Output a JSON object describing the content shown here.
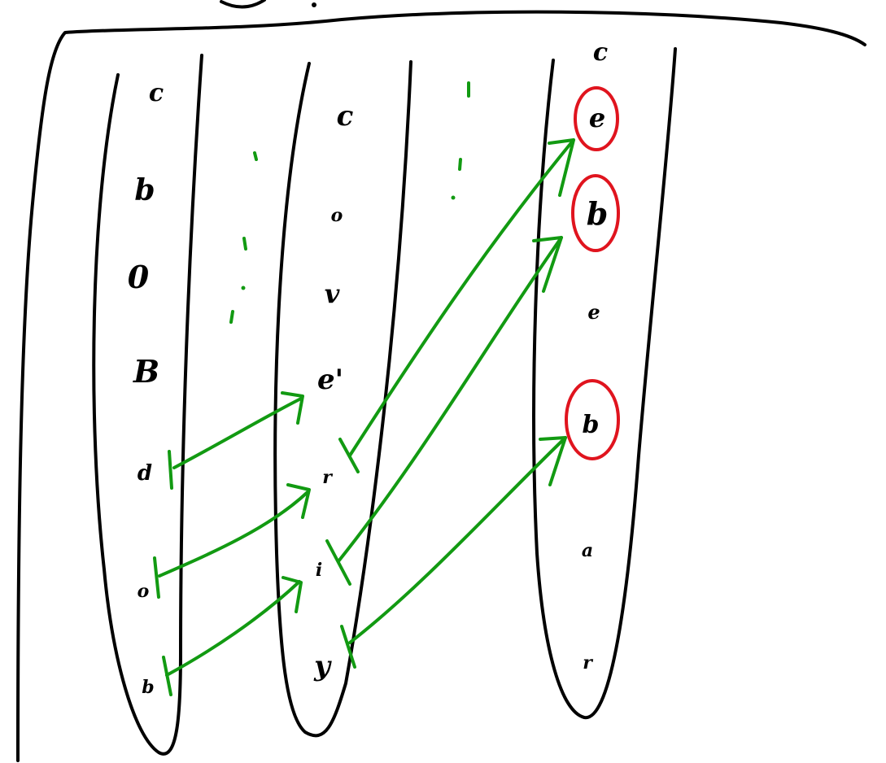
{
  "colors": {
    "ink": "#000000",
    "arrow": "#129a12",
    "highlight": "#e0141e"
  },
  "columns": [
    {
      "glyphs": [
        "c",
        "b",
        "0",
        "B",
        "d",
        "o",
        "b"
      ]
    },
    {
      "glyphs": [
        "c",
        "o",
        "v",
        "e'",
        "r",
        "i",
        "y"
      ]
    },
    {
      "glyphs": [
        "c",
        "e",
        "b",
        "e",
        "b",
        "a",
        "r"
      ],
      "circled": [
        1,
        2,
        4
      ]
    }
  ]
}
